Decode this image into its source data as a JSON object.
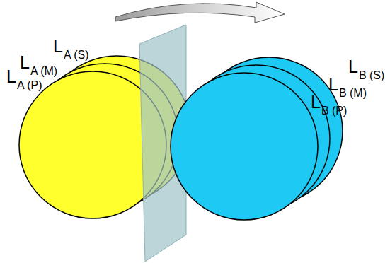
{
  "diagram": {
    "nodes": [
      {
        "text": [
          "L",
          "A (S)"
        ]
      },
      {
        "text": [
          "L",
          "A (M)"
        ]
      },
      {
        "text": [
          "L",
          "A (P)"
        ]
      },
      {
        "text": [
          "L",
          "B (S)"
        ]
      },
      {
        "text": [
          "L",
          "B (M)"
        ]
      },
      {
        "text": [
          "L",
          "B (P)"
        ]
      }
    ]
  }
}
